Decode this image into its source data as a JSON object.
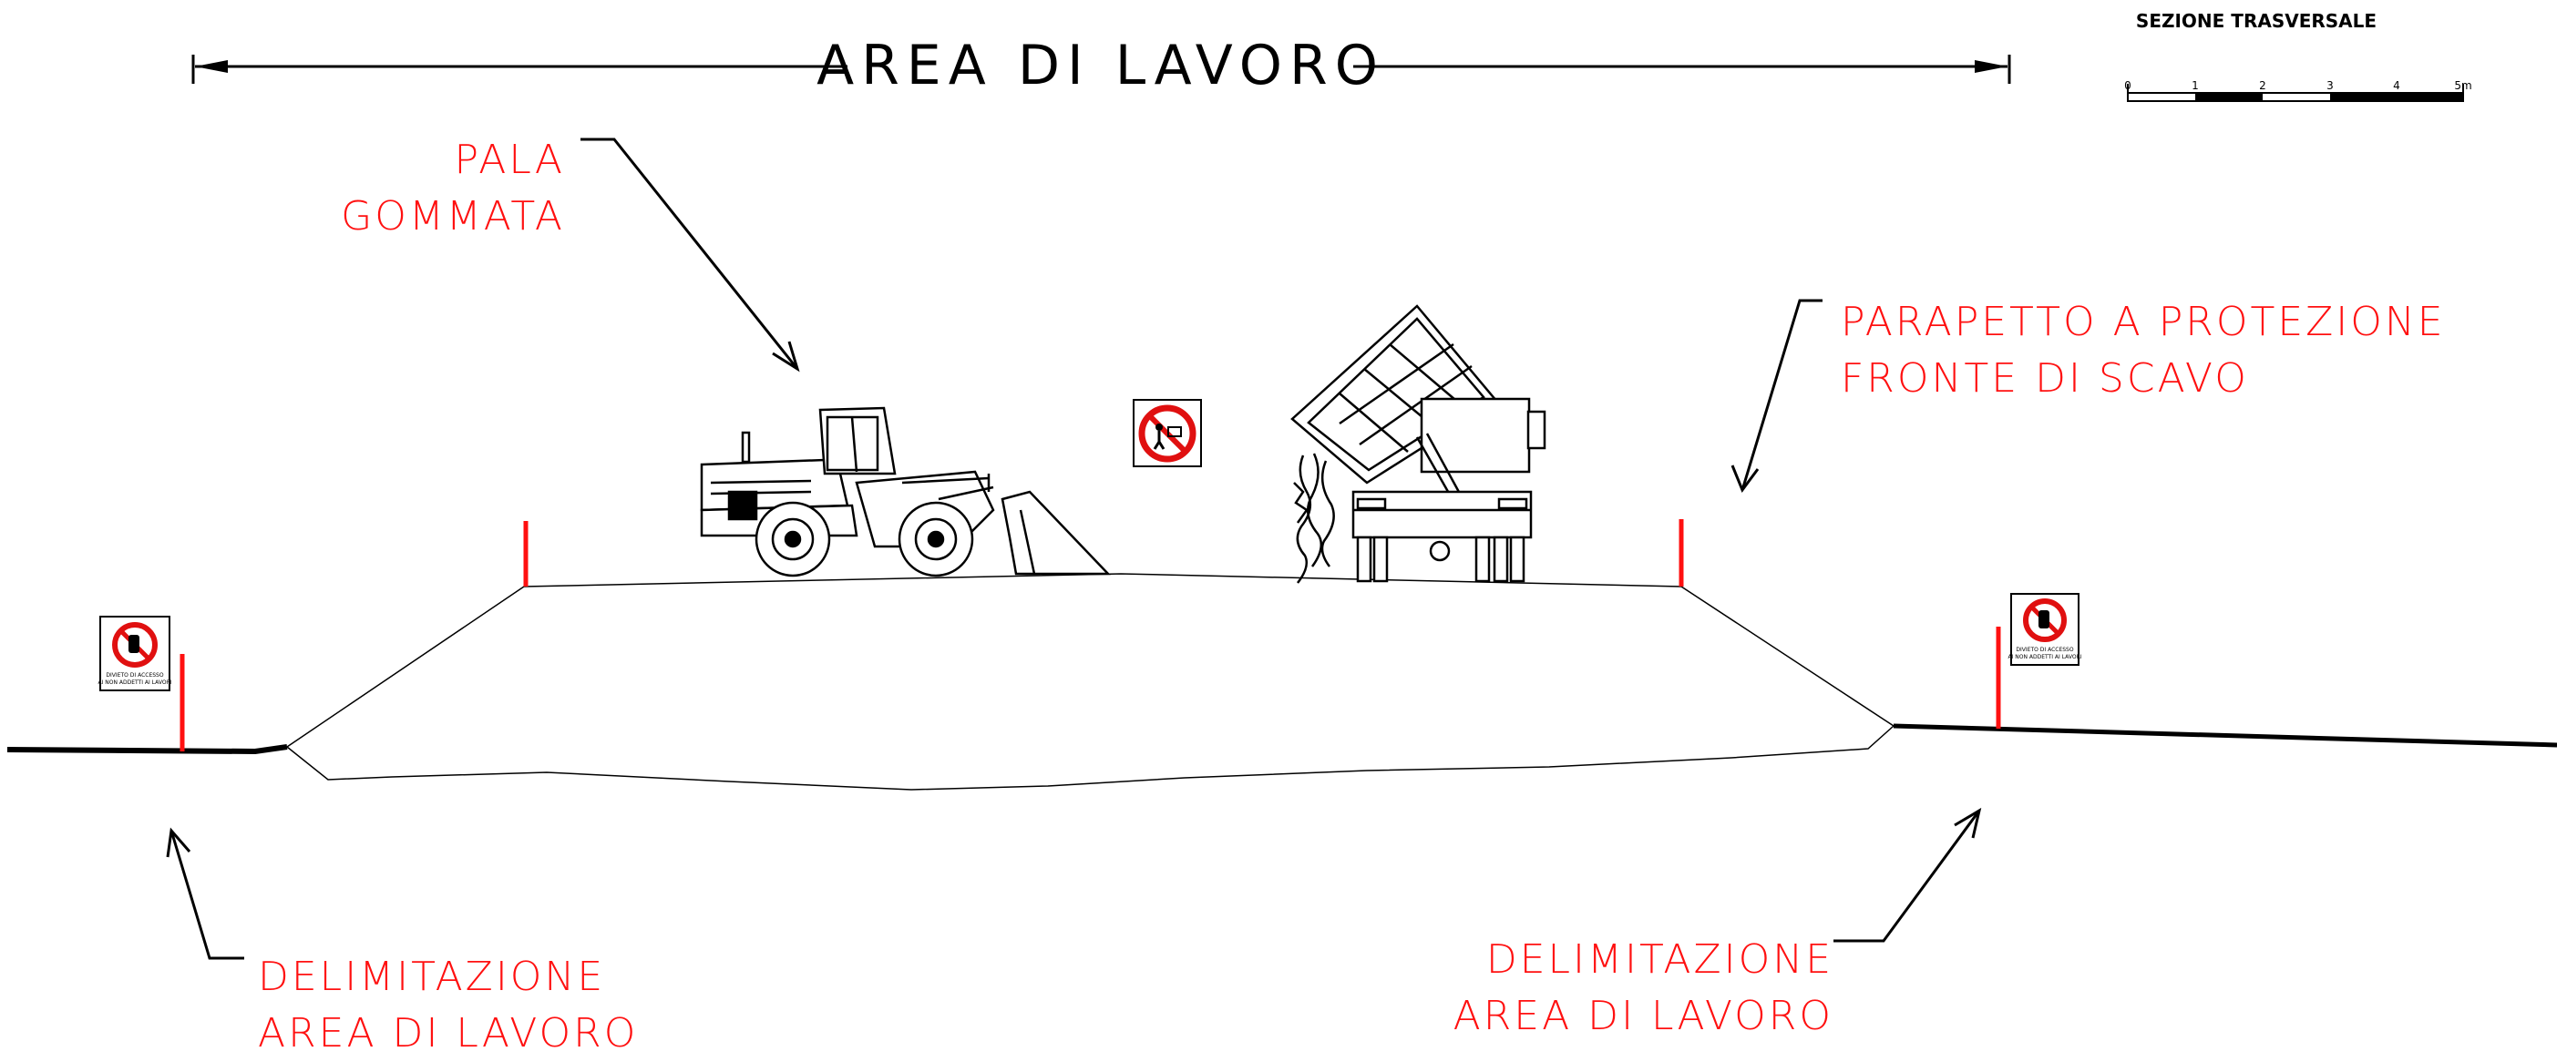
{
  "title": "AREA DI LAVORO",
  "scale": {
    "title": "SEZIONE TRASVERSALE",
    "ticks": [
      "0",
      "1",
      "2",
      "3",
      "4",
      "5m"
    ]
  },
  "labels": {
    "pala_line1": "PALA",
    "pala_line2": "GOMMATA",
    "parapetto_line1": "PARAPETTO A PROTEZIONE",
    "parapetto_line2": "FRONTE DI SCAVO",
    "delim_left_line1": "DELIMITAZIONE",
    "delim_left_line2": "AREA DI LAVORO",
    "delim_right_line1": "DELIMITAZIONE",
    "delim_right_line2": "AREA DI LAVORO"
  },
  "signs": {
    "left_caption_1": "DIVIETO DI ACCESSO",
    "left_caption_2": "AI NON ADDETTI AI LAVORI",
    "right_caption_1": "DIVIETO DI ACCESSO",
    "right_caption_2": "AI NON ADDETTI AI LAVORI"
  },
  "colors": {
    "annotation": "#ff1010",
    "linework": "#000000",
    "background": "#ffffff"
  },
  "icons": [
    "no-entry-sign-icon",
    "no-pedestrians-sign-icon",
    "arrow-icon"
  ]
}
